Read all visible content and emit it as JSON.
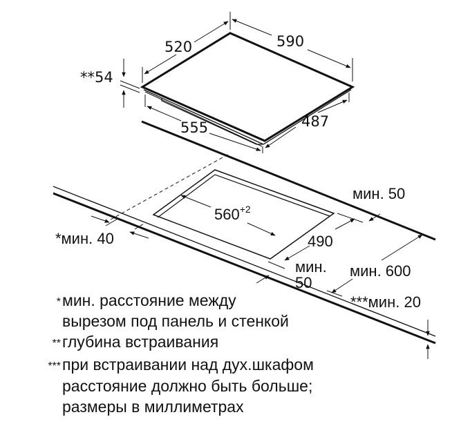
{
  "hob": {
    "width_label": "590",
    "depth_label": "520",
    "height_label": "**54",
    "body_width_label": "555",
    "body_depth_label": "487"
  },
  "cutout": {
    "width_label": "560",
    "width_tolerance": "+2",
    "depth_label": "490",
    "min_back_label": "мин. 50",
    "min_front_label_line1": "мин.",
    "min_front_label_line2": "50",
    "min_side_label": "*мин. 40",
    "worktop_depth_label": "мин. 600",
    "worktop_thickness_label": "***мин. 20"
  },
  "notes": [
    {
      "mark": "*",
      "lines": [
        "мин. расстояние между",
        "вырезом под панель и стенкой"
      ]
    },
    {
      "mark": "**",
      "lines": [
        "глубина встраивания"
      ]
    },
    {
      "mark": "***",
      "lines": [
        "при встраивании над дух.шкафом",
        "расстояние должно быть больше;",
        "размеры в миллиметрах"
      ]
    }
  ],
  "colors": {
    "line": "#111111",
    "background": "#ffffff"
  }
}
